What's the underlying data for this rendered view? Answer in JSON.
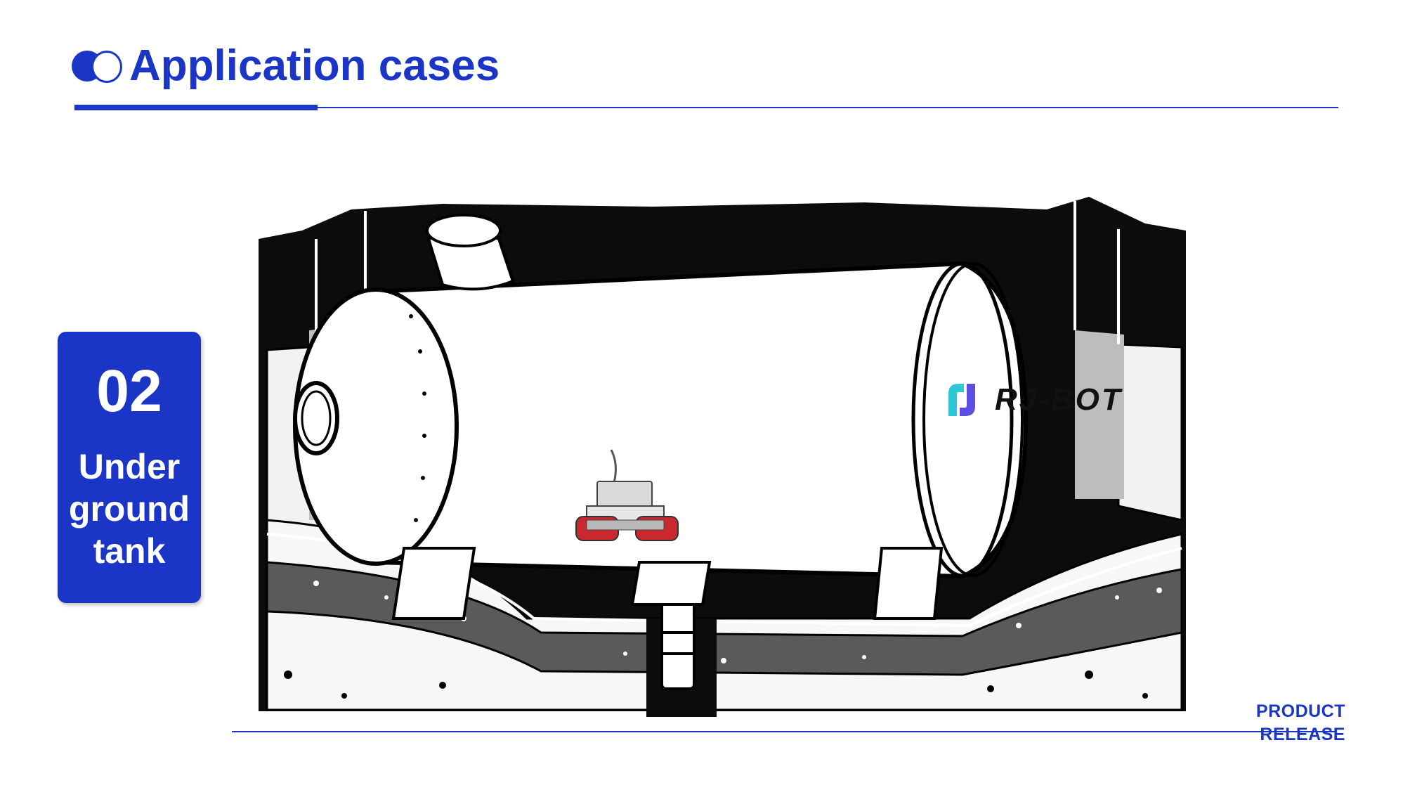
{
  "header": {
    "title": "Application cases"
  },
  "card": {
    "number": "02",
    "label_lines": [
      "Under",
      "ground",
      "tank"
    ]
  },
  "brand": {
    "name": "RJ-BOT"
  },
  "footer": {
    "line1": "PRODUCT",
    "line2": "RELEASE"
  },
  "colors": {
    "accent": "#1b35c6",
    "ink": "#111111",
    "robot_red": "#c8282e"
  },
  "icons": [
    "title-bullet-icon",
    "rj-bot-logo-icon"
  ],
  "illustration": {
    "subject": "underground-tank-cross-section-with-inspection-robot"
  }
}
